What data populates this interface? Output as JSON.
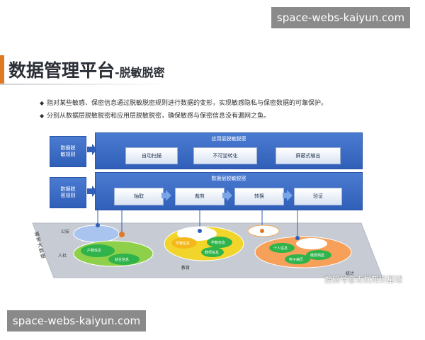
{
  "watermark_top": "space-webs-kaiyun.com",
  "watermark_bottom": "space-webs-kaiyun.com",
  "title": {
    "main": "数据管理平台",
    "sub": "-脱敏脱密"
  },
  "bullets": [
    "指对某些敏感、保密信息通过脱敏脱密规则进行数据的变形，实现敏感隐私与保密数据的可靠保护。",
    "分别从数据层脱敏脱密和应用层脱敏脱密，确保敏感与保密信息没有漏网之鱼。"
  ],
  "colors": {
    "accent": "#e07a22",
    "blue": "#2f5fb8"
  },
  "diagram": {
    "rule_boxes": [
      "数据脱\n敏规则",
      "数据脱\n密规则"
    ],
    "app_layer": {
      "title": "应用层脱敏脱密",
      "steps": [
        "自动扫描",
        "不可逆转化",
        "屏蔽式输出"
      ]
    },
    "data_layer": {
      "title": "数据层脱敏脱密",
      "steps": [
        "抽取",
        "裁剪",
        "转换",
        "验证"
      ]
    },
    "base": {
      "label": "城市大数据",
      "sections": [
        "公安",
        "人社",
        "教育",
        "统计"
      ],
      "ellipse_labels": [
        "户籍信息",
        "就业信息",
        "学籍信息",
        "学籍信息",
        "教师信息",
        "个人信息",
        "缴费档案",
        "电子病历"
      ]
    }
  },
  "credit": "搜狐号@无忧知识星球"
}
